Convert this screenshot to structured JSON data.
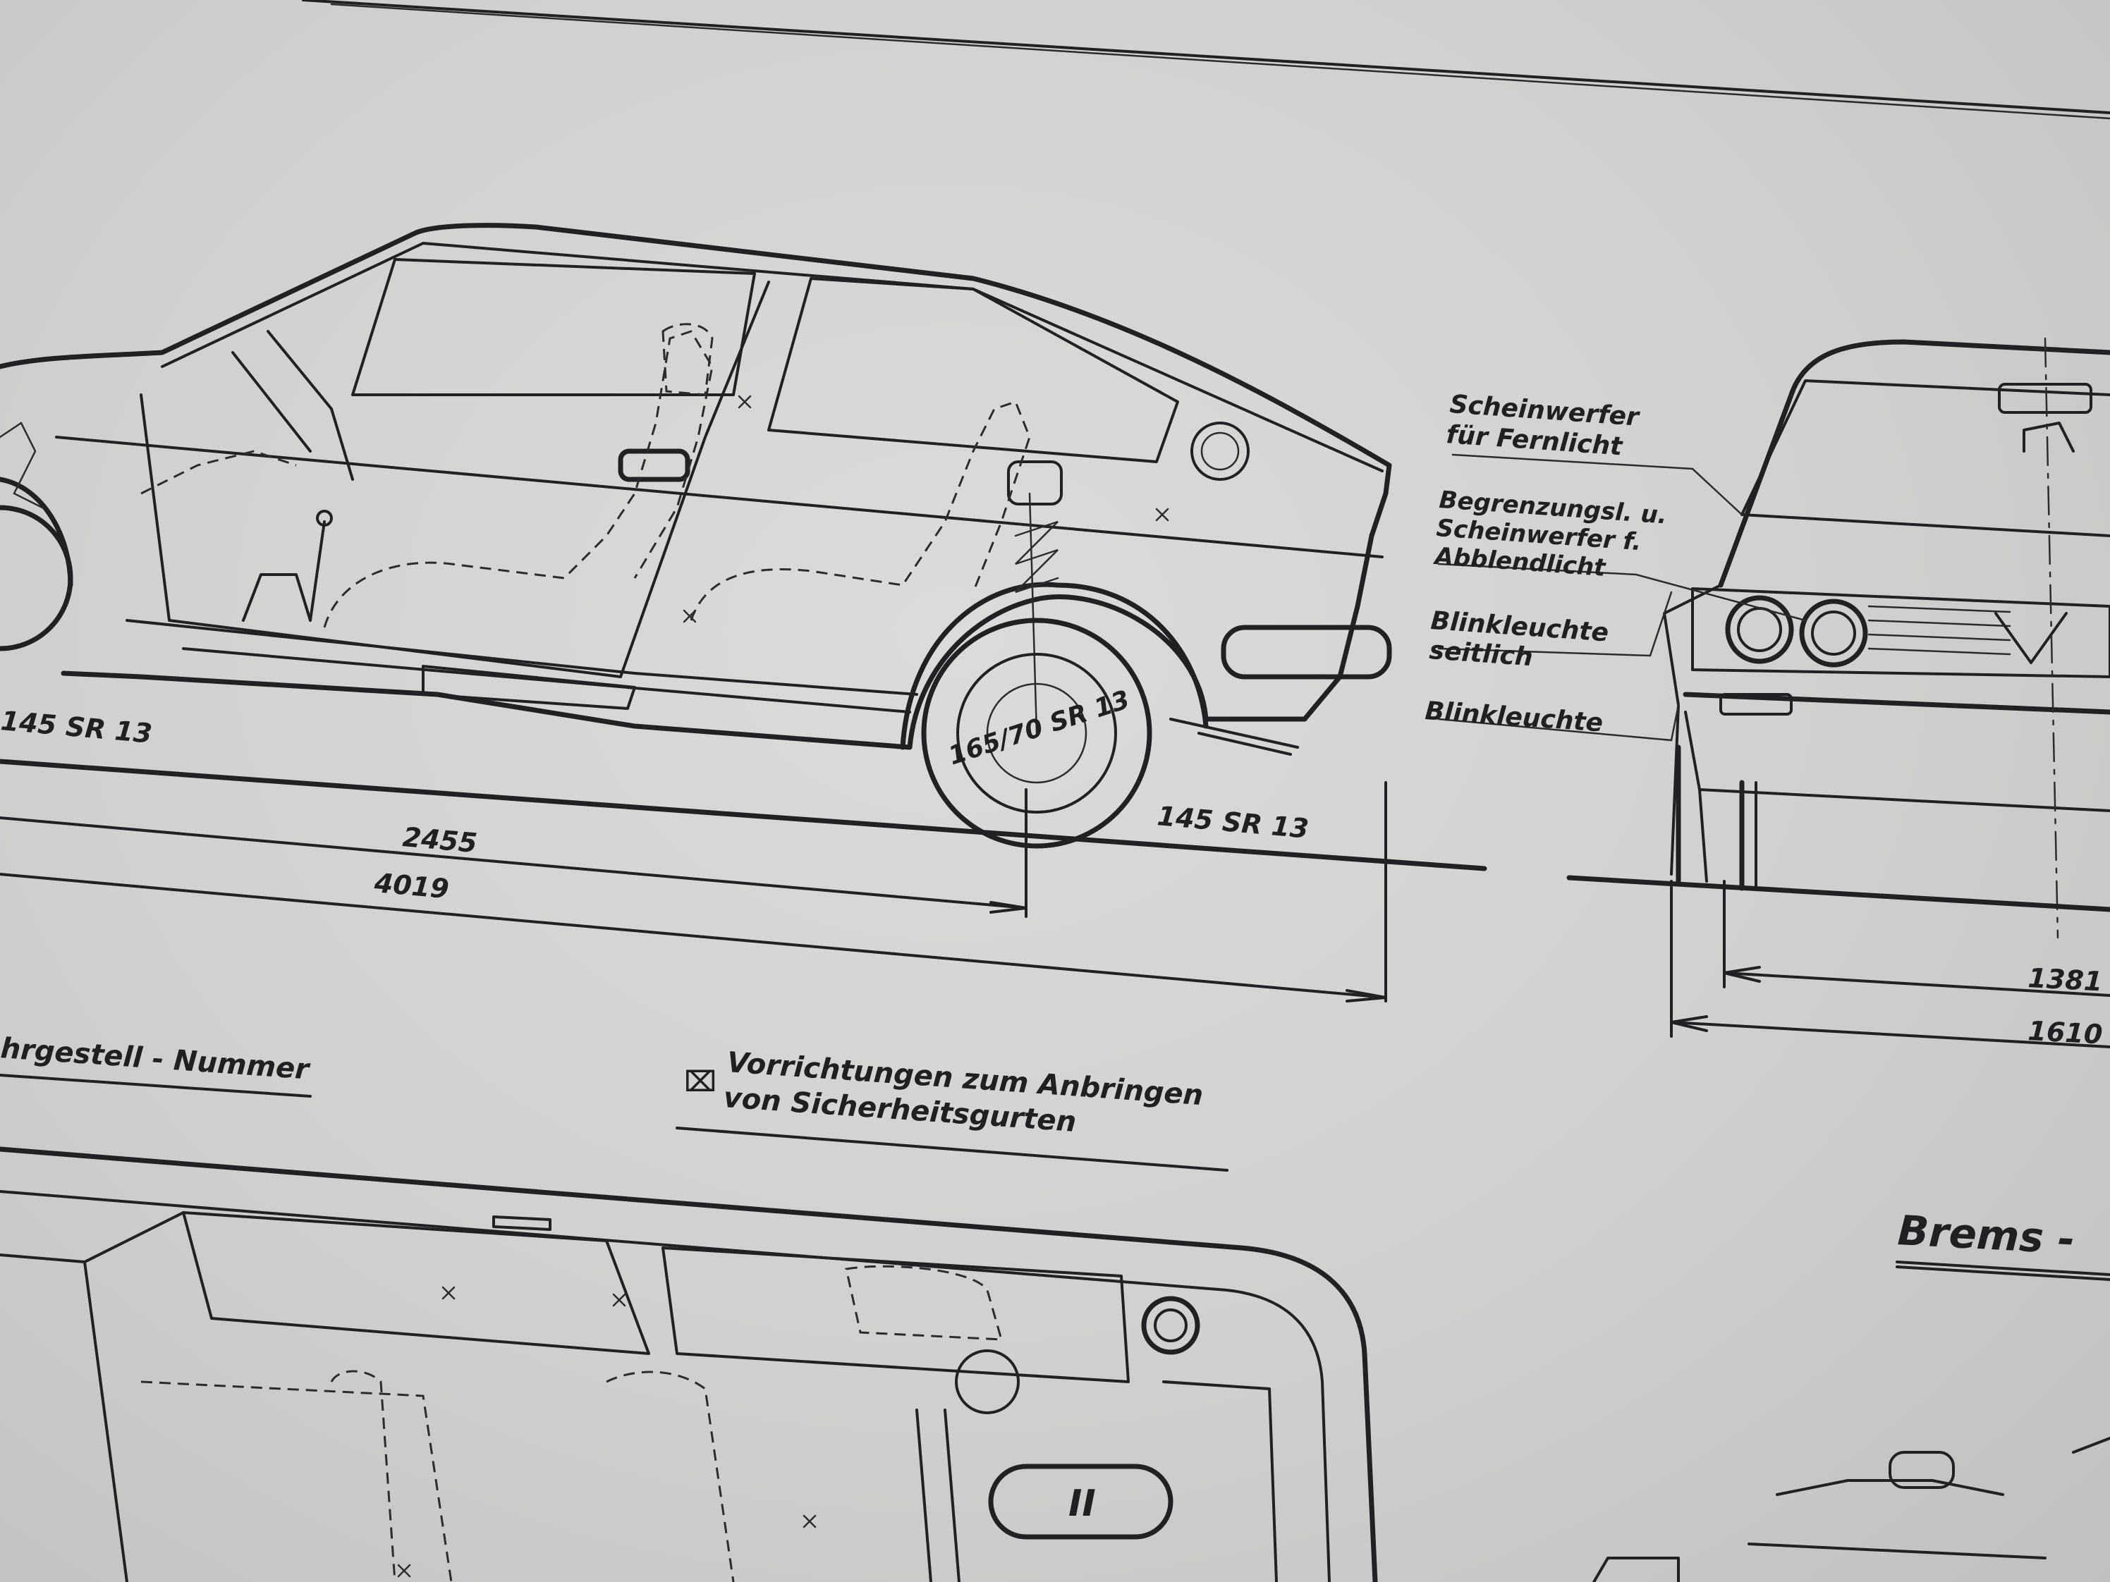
{
  "side_view": {
    "rear_tyre": "145 SR 13",
    "wheel_tyre": "165/70 SR 13",
    "front_tyre": "145 SR 13",
    "wheelbase": "2455",
    "overall_length": "4019"
  },
  "front_view": {
    "labels": {
      "main_beam_line1": "Scheinwerfer",
      "main_beam_line2": "für Fernlicht",
      "position_line1": "Begrenzungsl. u.",
      "position_line2": "Scheinwerfer f.",
      "position_line3": "Abblendlicht",
      "side_indicator_line1": "Blinkleuchte",
      "side_indicator_line2": "seitlich",
      "indicator": "Blinkleuchte"
    },
    "track": "1381",
    "overall_width": "1610"
  },
  "legend": {
    "chassis_number": "hrgestell - Nummer",
    "seatbelt_marker": "⌧",
    "seatbelt_line1": "Vorrichtungen zum Anbringen",
    "seatbelt_line2": "von Sicherheitsgurten"
  },
  "brakes_heading": "Brems - ",
  "plan_view": {
    "fuel_tank_label": "II"
  }
}
